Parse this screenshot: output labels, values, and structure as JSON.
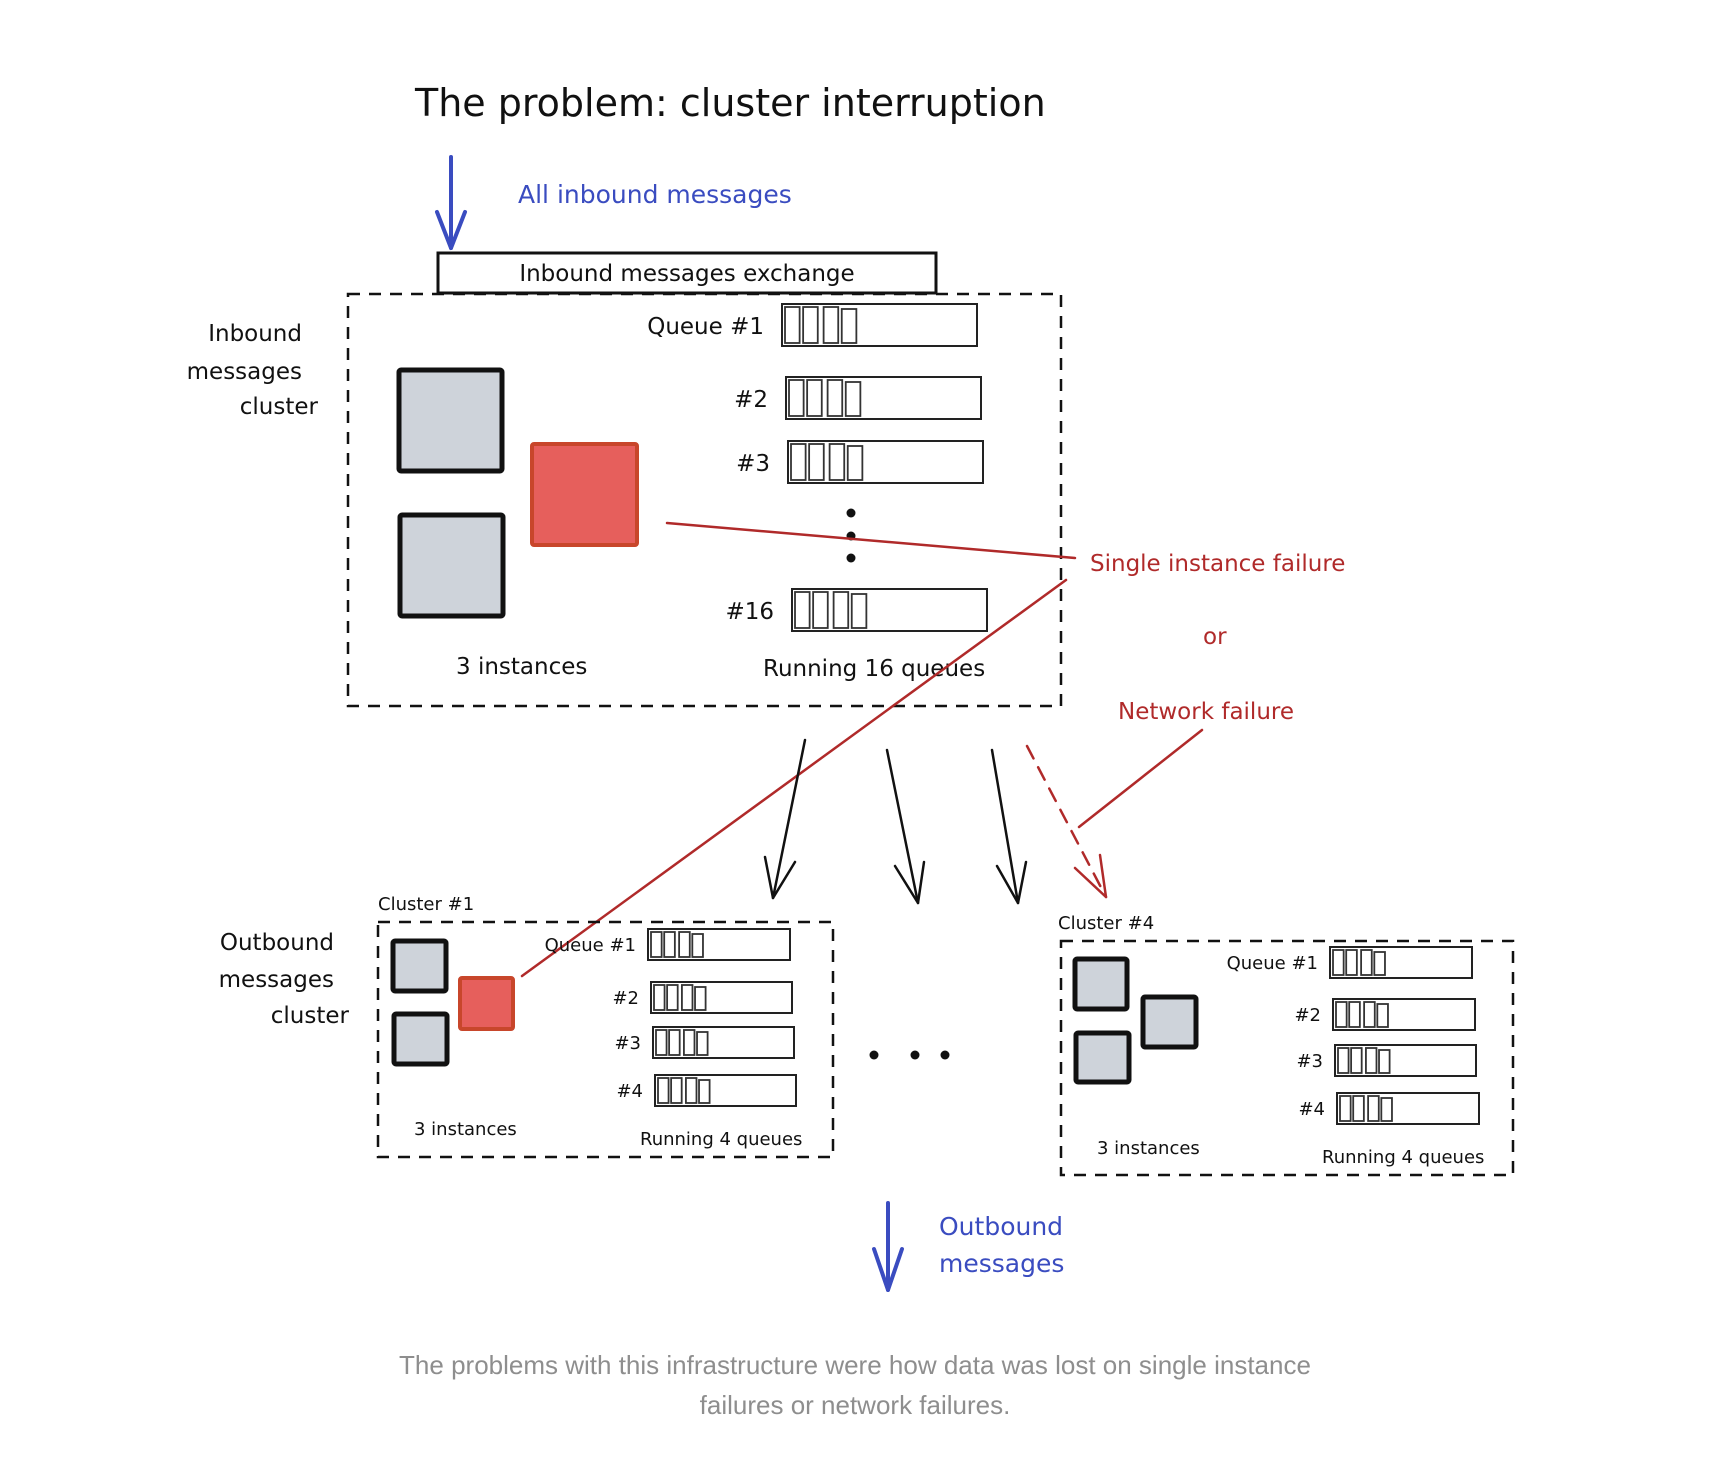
{
  "title": "The problem: cluster interruption",
  "inbound_arrow_label": "All inbound messages",
  "exchange_label": "Inbound messages exchange",
  "inbound_cluster": {
    "side_label": [
      "Inbound",
      "messages",
      "cluster"
    ],
    "instances_label": "3 instances",
    "queues_label": "Running 16 queues",
    "queue_labels": [
      "Queue #1",
      "#2",
      "#3",
      "#16"
    ],
    "instances": [
      {
        "state": "healthy"
      },
      {
        "state": "healthy"
      },
      {
        "state": "failed"
      }
    ],
    "ellipsis": "⋮"
  },
  "failure_labels": {
    "single": "Single instance failure",
    "or": "or",
    "network": "Network failure"
  },
  "outbound_clusters": [
    {
      "name": "Cluster #1",
      "instances_label": "3 instances",
      "queues_label": "Running 4 queues",
      "queue_labels": [
        "Queue #1",
        "#2",
        "#3",
        "#4"
      ],
      "instances": [
        {
          "state": "healthy"
        },
        {
          "state": "healthy"
        },
        {
          "state": "failed"
        }
      ]
    },
    {
      "name": "Cluster #4",
      "instances_label": "3 instances",
      "queues_label": "Running 4 queues",
      "queue_labels": [
        "Queue #1",
        "#2",
        "#3",
        "#4"
      ],
      "instances": [
        {
          "state": "healthy"
        },
        {
          "state": "healthy"
        },
        {
          "state": "healthy"
        }
      ]
    }
  ],
  "outbound_side_label": [
    "Outbound",
    "messages",
    "cluster"
  ],
  "outbound_arrow_label": [
    "Outbound",
    "messages"
  ],
  "caption": [
    "The problems with this infrastructure were how data was lost on single instance",
    "failures or network failures."
  ],
  "colors": {
    "ink": "#111111",
    "blue": "#3a4cc0",
    "red": "#b02a2a",
    "instance_fill": "#ced3da",
    "failed_fill": "#e65f5c",
    "failed_stroke": "#c8462b",
    "caption": "#8e8e8e"
  }
}
